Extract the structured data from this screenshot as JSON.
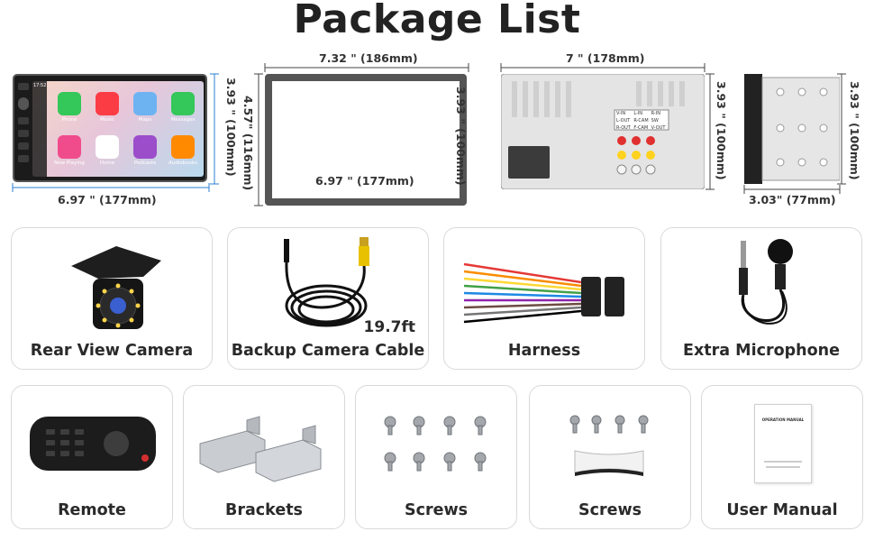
{
  "title": "Package List",
  "dimensions": {
    "unit_width": "6.97 \" (177mm)",
    "unit_height": "3.93 \" (100mm)",
    "frame_outer_width": "7.32 \" (186mm)",
    "frame_inner_width": "6.97 \" (177mm)",
    "frame_outer_height": "4.57\" (116mm)",
    "frame_inner_height": "3.93 \" (100mm)",
    "back_width": "7 \" (178mm)",
    "back_height": "3.93 \" (100mm)",
    "side_depth": "3.03\" (77mm)",
    "side_height": "3.93 \" (100mm)"
  },
  "screen": {
    "time": "17:52",
    "apps": [
      "Phone",
      "Music",
      "Maps",
      "Messages",
      "Now Playing",
      "Home",
      "Podcasts",
      "Audiobooks"
    ]
  },
  "items": {
    "camera": "Rear View Camera",
    "cable": "Backup Camera Cable",
    "cable_length": "19.7ft",
    "harness": "Harness",
    "microphone": "Extra Microphone",
    "remote": "Remote",
    "brackets": "Brackets",
    "screws1": "Screws",
    "screws2": "Screws",
    "manual": "User Manual",
    "manual_doc_title": "OPERATION MANUAL"
  },
  "back_panel_labels": [
    "V-IN",
    "L-IN",
    "R-IN",
    "L-OUT",
    "R-CAM",
    "SW",
    "R-OUT",
    "F-CAM",
    "V-OUT"
  ]
}
